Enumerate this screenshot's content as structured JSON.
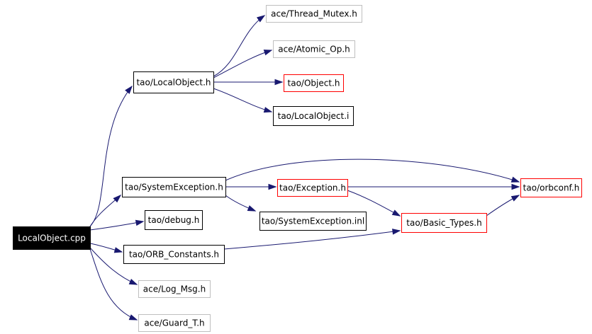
{
  "colors": {
    "edge": "#191970",
    "root_fill": "#000000",
    "root_text": "#ffffff",
    "normal_border": "#000000",
    "error_border": "#ff0000",
    "missing_border": "#bfbfbf",
    "text": "#000000"
  },
  "nodes": {
    "root": {
      "label": "LocalObject.cpp",
      "style": "root"
    },
    "localobject_h": {
      "label": "tao/LocalObject.h",
      "style": "normal"
    },
    "thread_mutex_h": {
      "label": "ace/Thread_Mutex.h",
      "style": "missing"
    },
    "atomic_op_h": {
      "label": "ace/Atomic_Op.h",
      "style": "missing"
    },
    "object_h": {
      "label": "tao/Object.h",
      "style": "error"
    },
    "localobject_i": {
      "label": "tao/LocalObject.i",
      "style": "normal"
    },
    "systemexception_h": {
      "label": "tao/SystemException.h",
      "style": "normal"
    },
    "exception_h": {
      "label": "tao/Exception.h",
      "style": "error"
    },
    "orbconf_h": {
      "label": "tao/orbconf.h",
      "style": "error"
    },
    "systemexception_inl": {
      "label": "tao/SystemException.inl",
      "style": "normal"
    },
    "basic_types_h": {
      "label": "tao/Basic_Types.h",
      "style": "error"
    },
    "debug_h": {
      "label": "tao/debug.h",
      "style": "normal"
    },
    "orb_constants_h": {
      "label": "tao/ORB_Constants.h",
      "style": "normal"
    },
    "log_msg_h": {
      "label": "ace/Log_Msg.h",
      "style": "missing"
    },
    "guard_t_h": {
      "label": "ace/Guard_T.h",
      "style": "missing"
    }
  },
  "edges": [
    {
      "from": "root",
      "to": "localobject_h"
    },
    {
      "from": "root",
      "to": "systemexception_h"
    },
    {
      "from": "root",
      "to": "debug_h"
    },
    {
      "from": "root",
      "to": "orb_constants_h"
    },
    {
      "from": "root",
      "to": "log_msg_h"
    },
    {
      "from": "root",
      "to": "guard_t_h"
    },
    {
      "from": "localobject_h",
      "to": "thread_mutex_h"
    },
    {
      "from": "localobject_h",
      "to": "atomic_op_h"
    },
    {
      "from": "localobject_h",
      "to": "object_h"
    },
    {
      "from": "localobject_h",
      "to": "localobject_i"
    },
    {
      "from": "systemexception_h",
      "to": "orbconf_h"
    },
    {
      "from": "systemexception_h",
      "to": "exception_h"
    },
    {
      "from": "systemexception_h",
      "to": "systemexception_inl"
    },
    {
      "from": "exception_h",
      "to": "orbconf_h"
    },
    {
      "from": "exception_h",
      "to": "basic_types_h"
    },
    {
      "from": "basic_types_h",
      "to": "orbconf_h"
    },
    {
      "from": "orb_constants_h",
      "to": "basic_types_h"
    }
  ]
}
